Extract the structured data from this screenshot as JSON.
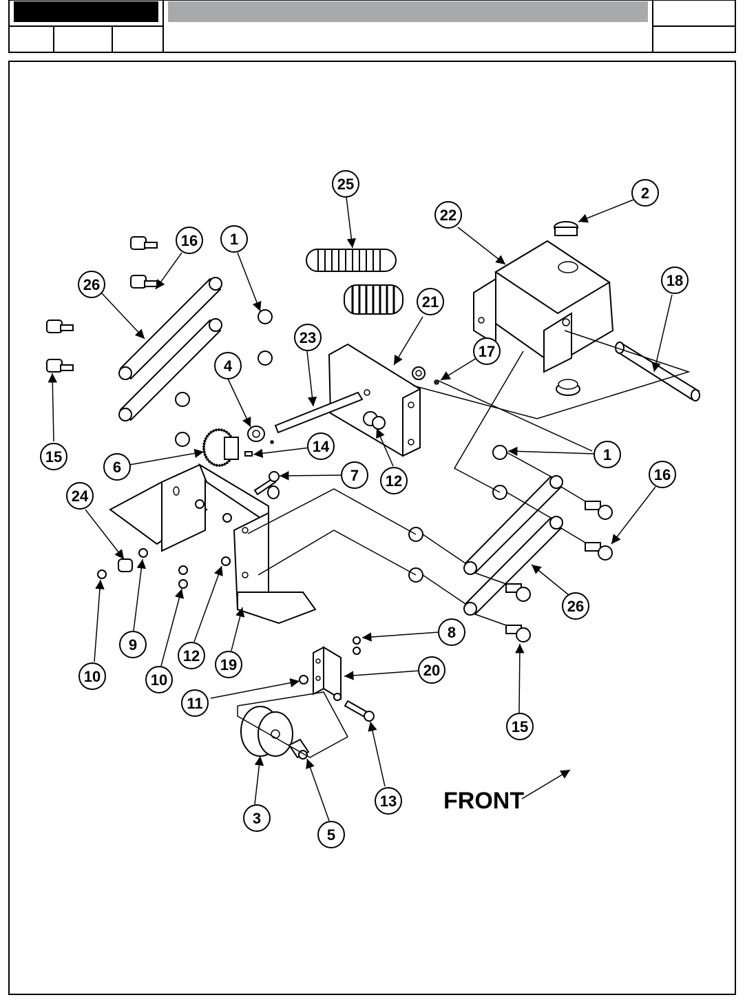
{
  "header": {
    "title_block_text": "",
    "cells": [
      "",
      "",
      "",
      "",
      ""
    ]
  },
  "callouts": [
    {
      "id": "c25",
      "label": "25"
    },
    {
      "id": "c2",
      "label": "2"
    },
    {
      "id": "c22",
      "label": "22"
    },
    {
      "id": "c16a",
      "label": "16"
    },
    {
      "id": "c1a",
      "label": "1"
    },
    {
      "id": "c26a",
      "label": "26"
    },
    {
      "id": "c18",
      "label": "18"
    },
    {
      "id": "c21",
      "label": "21"
    },
    {
      "id": "c23",
      "label": "23"
    },
    {
      "id": "c17",
      "label": "17"
    },
    {
      "id": "c4",
      "label": "4"
    },
    {
      "id": "c15a",
      "label": "15"
    },
    {
      "id": "c14",
      "label": "14"
    },
    {
      "id": "c6",
      "label": "6"
    },
    {
      "id": "c1b",
      "label": "1"
    },
    {
      "id": "c16b",
      "label": "16"
    },
    {
      "id": "c7",
      "label": "7"
    },
    {
      "id": "c12a",
      "label": "12"
    },
    {
      "id": "c24",
      "label": "24"
    },
    {
      "id": "c26b",
      "label": "26"
    },
    {
      "id": "c8",
      "label": "8"
    },
    {
      "id": "c9",
      "label": "9"
    },
    {
      "id": "c12b",
      "label": "12"
    },
    {
      "id": "c19",
      "label": "19"
    },
    {
      "id": "c10a",
      "label": "10"
    },
    {
      "id": "c10b",
      "label": "10"
    },
    {
      "id": "c20",
      "label": "20"
    },
    {
      "id": "c11",
      "label": "11"
    },
    {
      "id": "c15b",
      "label": "15"
    },
    {
      "id": "c3",
      "label": "3"
    },
    {
      "id": "c13",
      "label": "13"
    },
    {
      "id": "c5",
      "label": "5"
    }
  ],
  "front_label": "FRONT"
}
